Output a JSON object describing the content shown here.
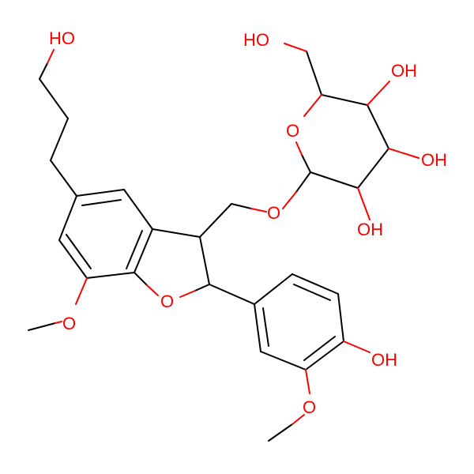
{
  "molecule": {
    "labels": {
      "ho_top": "HO",
      "ho_glc": "HO",
      "o_ring_glc": "O",
      "oh_glc_4": "OH",
      "oh_glc_3": "OH",
      "oh_glc_2": "OH",
      "o_glyco": "O",
      "o_furan": "O",
      "o_methoxy_left": "O",
      "oh_phenol": "OH",
      "o_methoxy_right": "O"
    },
    "colors": {
      "bond": "#000000",
      "oxygen": "#ff0000"
    }
  }
}
